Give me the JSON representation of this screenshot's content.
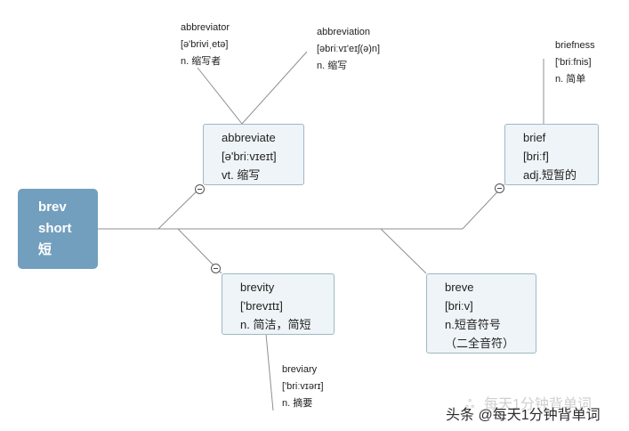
{
  "root": {
    "lines": [
      "brev",
      "short",
      "短"
    ]
  },
  "nodes": {
    "abbreviate": {
      "lines": [
        "abbreviate",
        "[ə'briːvɪeɪt]",
        "vt. 缩写"
      ]
    },
    "brief": {
      "lines": [
        "brief",
        "[briːf]",
        "adj.短暂的"
      ]
    },
    "brevity": {
      "lines": [
        "brevity",
        "['brevɪtɪ]",
        "n. 简洁，简短"
      ]
    },
    "breve": {
      "lines": [
        "breve",
        "[briːv]",
        "n.短音符号",
        "（二全音符）"
      ]
    }
  },
  "notes": {
    "abbreviator": {
      "lines": [
        "abbreviator",
        "[ə'briviˌetə]",
        "n. 缩写者"
      ]
    },
    "abbreviation": {
      "lines": [
        "abbreviation",
        "[əbriːvɪ'eɪʃ(ə)n]",
        "n. 缩写"
      ]
    },
    "briefness": {
      "lines": [
        "briefness",
        "['briːfnis]",
        "n. 简单"
      ]
    },
    "breviary": {
      "lines": [
        "breviary",
        "['briːvɪərɪ]",
        "n. 摘要"
      ]
    }
  },
  "watermark": {
    "glyph": "ஃ",
    "light": "每天1分钟背单词",
    "dark": "头条 @每天1分钟背单词"
  },
  "colors": {
    "root_fill": "#729fbd",
    "node_fill": "#eef4f7",
    "node_border": "#9fb8c6",
    "link": "#8f8f8f"
  }
}
